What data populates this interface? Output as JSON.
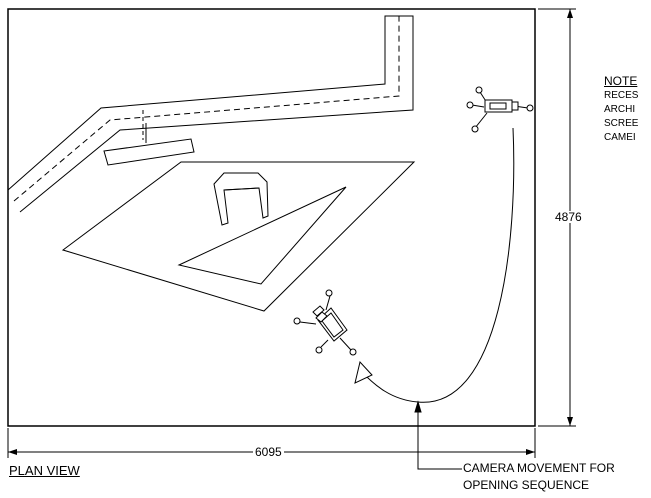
{
  "title": "PLAN VIEW",
  "dimensions": {
    "width": "6095",
    "height": "4876"
  },
  "callout": {
    "line1": "CAMERA MOVEMENT FOR",
    "line2": "OPENING SEQUENCE"
  },
  "notes": {
    "title": "NOTE",
    "lines": [
      "RECES",
      "ARCHI",
      "SCREE",
      "CAMEI"
    ]
  }
}
